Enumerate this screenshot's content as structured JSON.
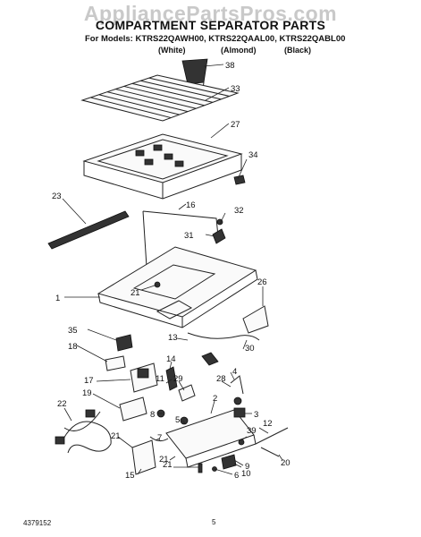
{
  "header": {
    "watermark": "AppliancePartsPros.com",
    "title": "COMPARTMENT SEPARATOR PARTS",
    "models": "For Models: KTRS22QAWH00, KTRS22QAAL00, KTRS22QABL00",
    "variants": [
      "(White)",
      "(Almond)",
      "(Black)"
    ]
  },
  "callouts": [
    "38",
    "33",
    "27",
    "34",
    "23",
    "16",
    "32",
    "31",
    "1",
    "21",
    "26",
    "35",
    "18",
    "13",
    "30",
    "14",
    "4",
    "17",
    "11",
    "29",
    "28",
    "19",
    "2",
    "22",
    "8",
    "3",
    "5",
    "21",
    "7",
    "39",
    "12",
    "21",
    "9",
    "20",
    "15",
    "21",
    "6",
    "10"
  ],
  "footer": {
    "doc_number": "4379152",
    "page_number": "5"
  }
}
